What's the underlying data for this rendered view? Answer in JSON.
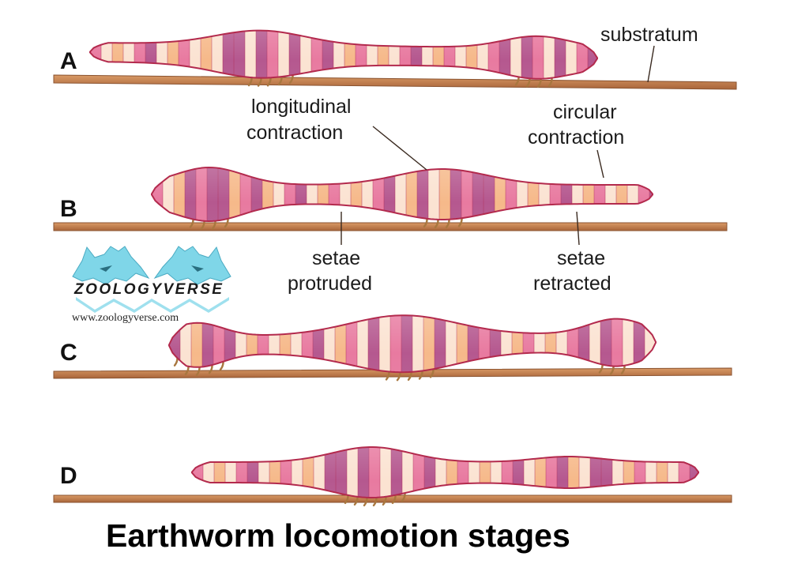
{
  "title": "Earthworm locomotion stages",
  "labels": {
    "substratum": "substratum",
    "longitudinal_line1": "longitudinal",
    "longitudinal_line2": "contraction",
    "circular_line1": "circular",
    "circular_line2": "contraction",
    "protruded_line1": "setae",
    "protruded_line2": "protruded",
    "retracted_line1": "setae",
    "retracted_line2": "retracted"
  },
  "stages": [
    "A",
    "B",
    "C",
    "D"
  ],
  "watermark": {
    "brand": "ZOOLOGYVERSE",
    "url": "www.zoologyverse.com"
  },
  "colors": {
    "ground": "#c98452",
    "ground_dark": "#8a5330",
    "worm_outline": "#b32a4d",
    "band_pink": "#e87aa0",
    "band_light": "#fbe3d2",
    "band_peach": "#f6b98a",
    "band_magenta": "#b5588f",
    "setae": "#a8773f",
    "logo": "#7fd6e8"
  }
}
